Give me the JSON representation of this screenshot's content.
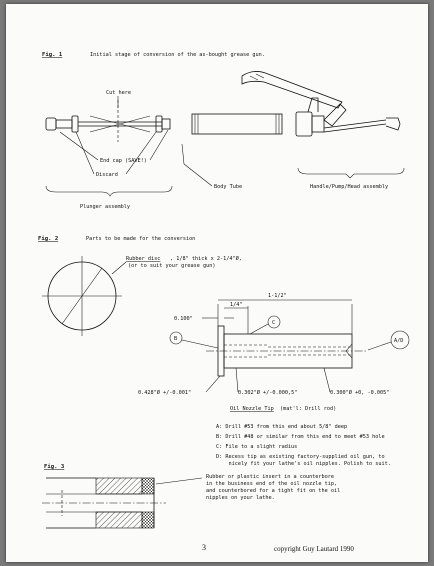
{
  "fig1": {
    "label": "Fig. 1",
    "caption": "Initial stage of conversion of the as-bought grease gun.",
    "cut_here": "Cut here",
    "end_cap": "End cap (SAVE!)",
    "discard": "Discard",
    "body_tube": "Body Tube",
    "handle": "Handle/Pump/Head assembly",
    "plunger": "Plunger assembly"
  },
  "fig2": {
    "label": "Fig. 2",
    "caption": "Parts to be made for the conversion",
    "rubber_title": "Rubber disc",
    "rubber_rest": ", 1/8\" thick x 2-1/4\"Ø,",
    "rubber_line2": "(or to suit your grease gun)",
    "dim_overall": "1-1/2\"",
    "dim_head": "0.100\"",
    "dim_quarter": "1/4\"",
    "dim_head_dia": "0.428\"Ø +/-0.001\"",
    "dim_mid_dia": "0.302\"Ø +/-0.000,5\"",
    "dim_tip_dia": "0.300\"Ø +0, -0.005\"",
    "marker_b": "B",
    "marker_c": "C",
    "marker_ad": "A/D",
    "nozzle_title": "Oil Nozzle Tip",
    "nozzle_mat": "(mat'l: Drill rod)",
    "notes": [
      "A:  Drill #53 from this end about 5/8\" deep",
      "B:  Drill #48 or similar from this end to meet #53 hole",
      "C:  File to a slight radius",
      "D:  Recess tip as existing factory-supplied oil gun, to",
      "    nicely fit your lathe's oil nipples. Polish to suit."
    ]
  },
  "fig3": {
    "label": "Fig. 3",
    "note": [
      "Rubber or plastic insert in a counterbore",
      "in the business end of the oil nozzle tip,",
      "and counterbored for a tight fit on the oil",
      "nipples on your lathe."
    ]
  },
  "footer": {
    "page_number": "3",
    "copyright": "copyright Guy Lautard 1990"
  }
}
